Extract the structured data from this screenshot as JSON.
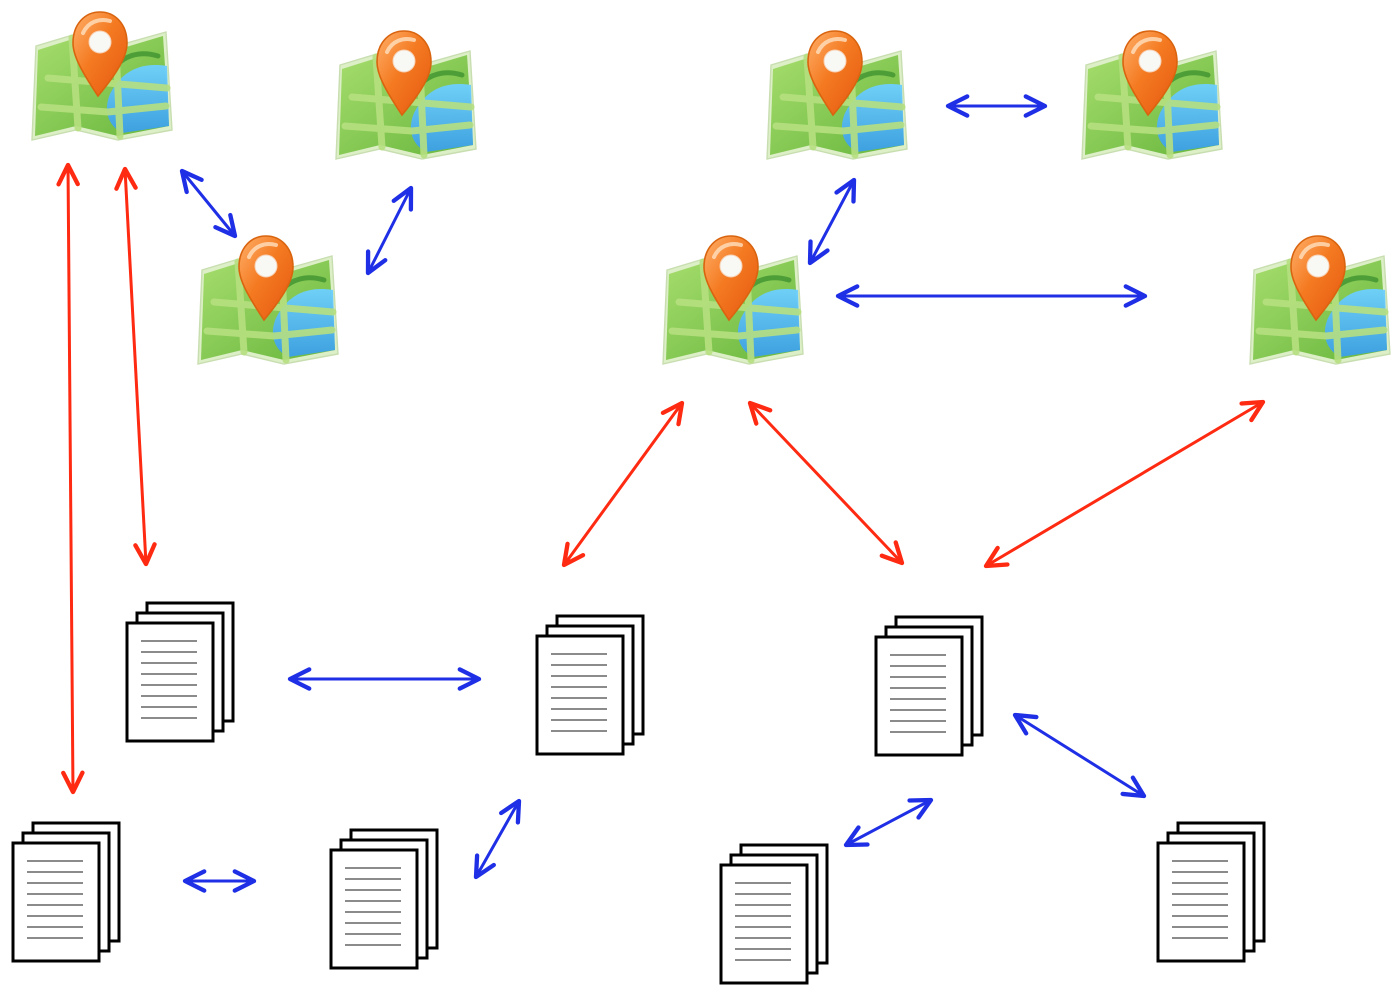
{
  "diagram": {
    "node_icon_types": [
      "map-pin-icon",
      "document-stack-icon"
    ],
    "colors": {
      "background": "#ffffff",
      "blue_link": "#1f2fe6",
      "red_link": "#ff2a12",
      "map_green": "#84c654",
      "map_light_green": "#b6df7f",
      "map_water": "#4db3f2",
      "pin_orange": "#f47a21",
      "document_line": "#8b8b8b"
    },
    "nodes": [
      {
        "id": "map-1",
        "icon": "map-pin-icon"
      },
      {
        "id": "map-2",
        "icon": "map-pin-icon"
      },
      {
        "id": "map-3",
        "icon": "map-pin-icon"
      },
      {
        "id": "map-4",
        "icon": "map-pin-icon"
      },
      {
        "id": "map-5",
        "icon": "map-pin-icon"
      },
      {
        "id": "map-6",
        "icon": "map-pin-icon"
      },
      {
        "id": "map-7",
        "icon": "map-pin-icon"
      },
      {
        "id": "doc-1",
        "icon": "document-stack-icon"
      },
      {
        "id": "doc-2",
        "icon": "document-stack-icon"
      },
      {
        "id": "doc-3",
        "icon": "document-stack-icon"
      },
      {
        "id": "doc-4",
        "icon": "document-stack-icon"
      },
      {
        "id": "doc-5",
        "icon": "document-stack-icon"
      },
      {
        "id": "doc-6",
        "icon": "document-stack-icon"
      },
      {
        "id": "doc-7",
        "icon": "document-stack-icon"
      }
    ],
    "links": [
      {
        "id": "blue-link-1",
        "color": "blue",
        "direction": "bidirectional"
      },
      {
        "id": "blue-link-2",
        "color": "blue",
        "direction": "bidirectional"
      },
      {
        "id": "blue-link-3",
        "color": "blue",
        "direction": "bidirectional"
      },
      {
        "id": "blue-link-4",
        "color": "blue",
        "direction": "bidirectional"
      },
      {
        "id": "blue-link-5",
        "color": "blue",
        "direction": "bidirectional"
      },
      {
        "id": "blue-link-6",
        "color": "blue",
        "direction": "bidirectional"
      },
      {
        "id": "blue-link-7",
        "color": "blue",
        "direction": "bidirectional"
      },
      {
        "id": "blue-link-8",
        "color": "blue",
        "direction": "bidirectional"
      },
      {
        "id": "blue-link-9",
        "color": "blue",
        "direction": "bidirectional"
      },
      {
        "id": "blue-link-10",
        "color": "blue",
        "direction": "bidirectional"
      },
      {
        "id": "red-link-1",
        "color": "red",
        "direction": "bidirectional"
      },
      {
        "id": "red-link-2",
        "color": "red",
        "direction": "bidirectional"
      },
      {
        "id": "red-link-3",
        "color": "red",
        "direction": "bidirectional"
      },
      {
        "id": "red-link-4",
        "color": "red",
        "direction": "bidirectional"
      },
      {
        "id": "red-link-5",
        "color": "red",
        "direction": "bidirectional"
      }
    ]
  }
}
